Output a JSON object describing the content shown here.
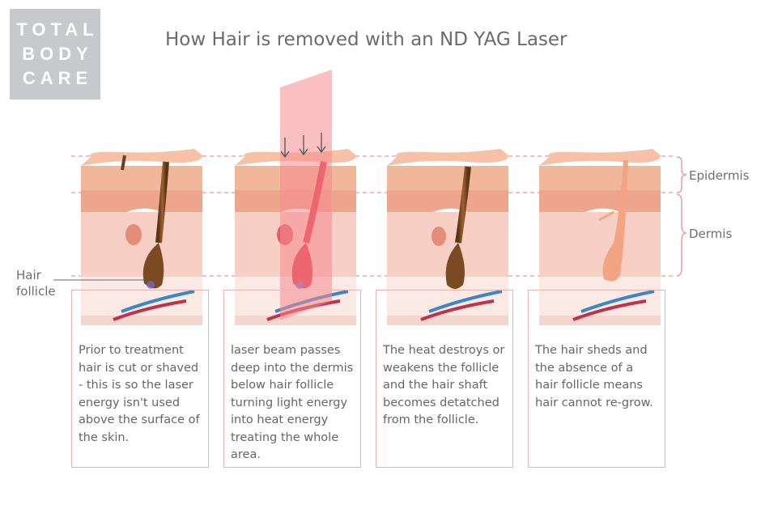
{
  "logo": {
    "lines": [
      "TOTAL",
      "BODY",
      "CARE"
    ]
  },
  "title": "How Hair is removed with an ND YAG Laser",
  "labels": {
    "epidermis": "Epidermis",
    "dermis": "Dermis",
    "hair_follicle_line1": "Hair",
    "hair_follicle_line2": "follicle"
  },
  "steps": [
    {
      "caption": "Prior to treatment hair is cut or shaved - this is so the laser energy isn't used above the surface of the skin."
    },
    {
      "caption": "laser beam passes deep into the dermis below hair follicle turning light energy into heat energy treating the whole area."
    },
    {
      "caption": "The heat destroys or weakens the follicle and the hair shaft becomes detatched from the follicle."
    },
    {
      "caption": "The hair sheds and the absence of a hair follicle means hair cannot re-grow."
    }
  ],
  "colors": {
    "skin_top": "#f2b79a",
    "dermis": "#f7cfc4",
    "subcutis": "#fbe9e4",
    "hair": "#7a4a22",
    "laser": "#f58a8e",
    "guide": "#e89a9a"
  }
}
